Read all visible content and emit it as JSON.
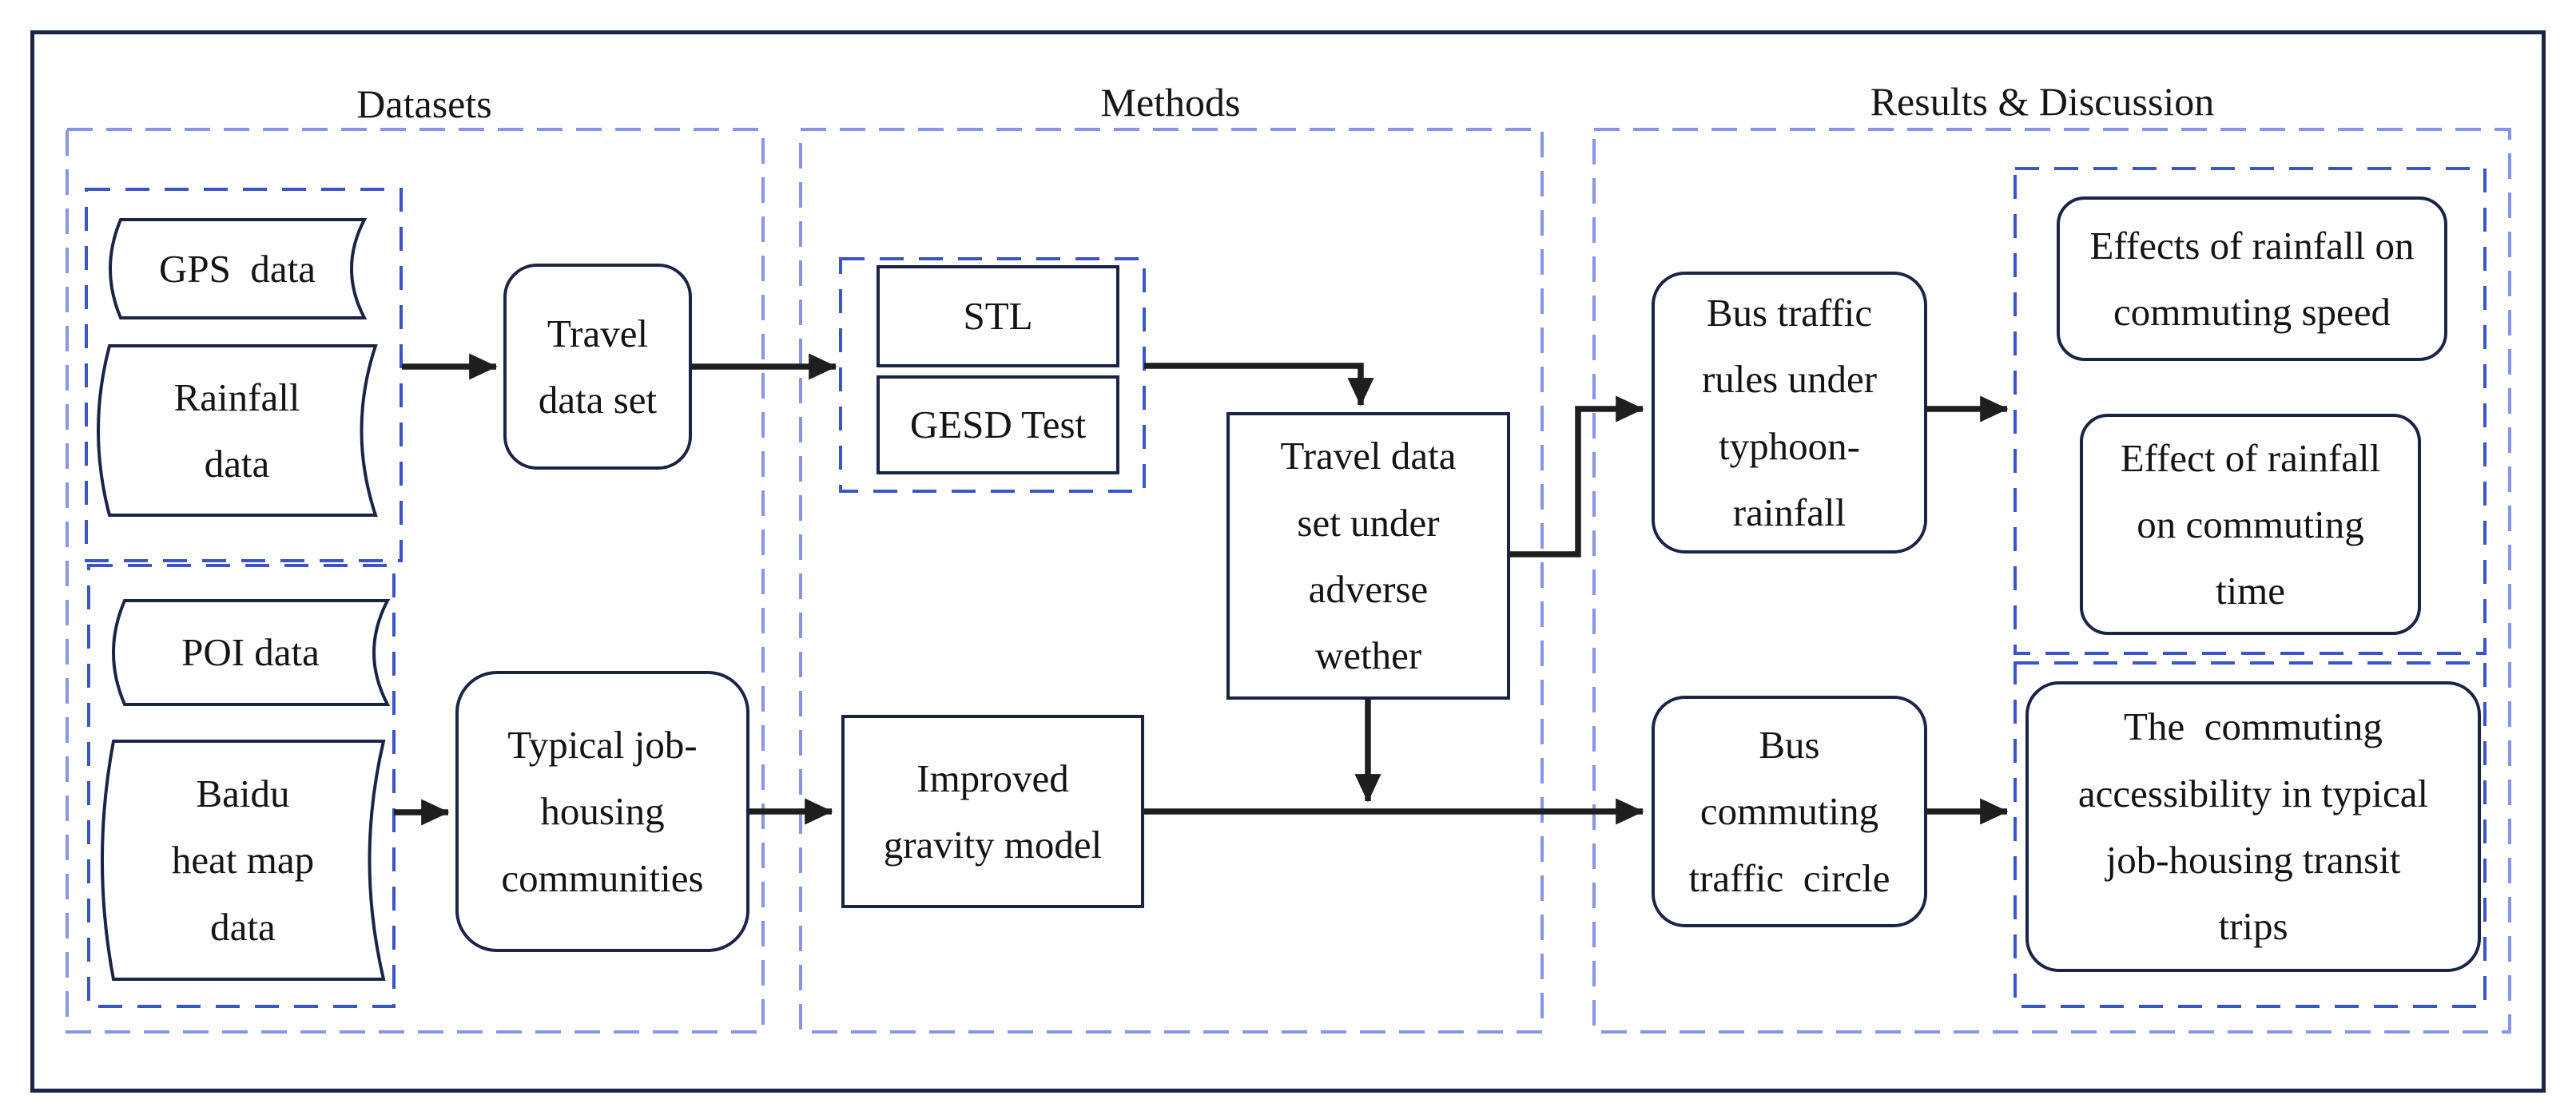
{
  "figure": {
    "sections": [
      {
        "id": "datasets",
        "title": "Datasets"
      },
      {
        "id": "methods",
        "title": "Methods"
      },
      {
        "id": "results",
        "title": "Results & Discussion"
      }
    ],
    "nodes": {
      "gps_data": "GPS  data",
      "rainfall_data": "Rainfall\ndata",
      "poi_data": "POI data",
      "baidu_heat_map_data": "Baidu\nheat map\ndata",
      "travel_data_set": "Travel\ndata set",
      "typical_job_housing_communities": "Typical job-\nhousing\ncommunities",
      "stl": "STL",
      "gesd_test": "GESD Test",
      "travel_data_adverse": "Travel data\nset under\nadverse\nwether",
      "improved_gravity_model": "Improved\ngravity model",
      "bus_traffic_rules": "Bus traffic\nrules under\ntyphoon-\nrainfall",
      "bus_commuting_traffic_circle": "Bus\ncommuting\ntraffic  circle",
      "effects_rainfall_speed": "Effects of rainfall on\ncommuting speed",
      "effect_rainfall_time": "Effect of rainfall\non commuting\ntime",
      "commuting_accessibility": "The  commuting\naccessibility in typical\njob-housing transit\ntrips"
    },
    "edges": [
      {
        "from": "gps-rainfall-group",
        "to": "travel_data_set"
      },
      {
        "from": "travel_data_set",
        "to": "stl-gesd-group"
      },
      {
        "from": "stl-gesd-group",
        "to": "travel_data_adverse"
      },
      {
        "from": "travel_data_adverse",
        "to": "bus_traffic_rules"
      },
      {
        "from": "travel_data_adverse",
        "to": "commuting-flow-line"
      },
      {
        "from": "baidu_heat_map_data",
        "to": "typical_job_housing_communities"
      },
      {
        "from": "typical_job_housing_communities",
        "to": "improved_gravity_model"
      },
      {
        "from": "improved_gravity_model",
        "to": "bus_commuting_traffic_circle"
      },
      {
        "from": "bus_traffic_rules",
        "to": "rainfall-effects-group"
      },
      {
        "from": "bus_commuting_traffic_circle",
        "to": "accessibility-group"
      }
    ],
    "colors": {
      "box_border": "#1b2347",
      "section_dash": "#8795e8",
      "group_dash": "#3a55c5",
      "arrow": "#1e1e1e",
      "text": "#141414",
      "background": "#ffffff"
    }
  }
}
